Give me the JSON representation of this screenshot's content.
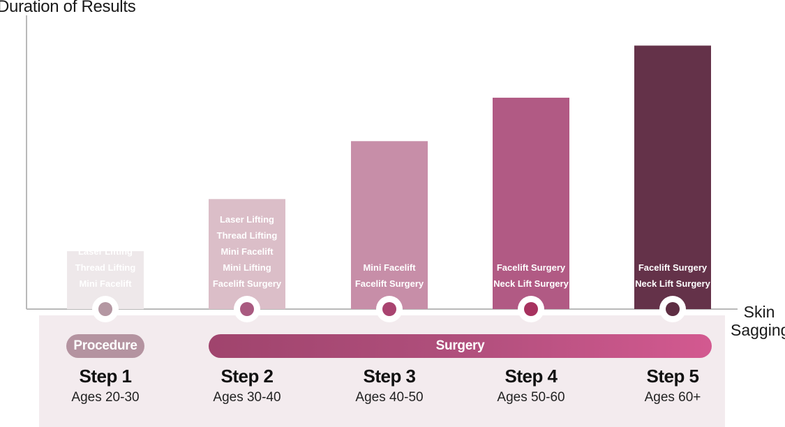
{
  "chart_data": {
    "type": "bar",
    "ylabel": "Duration of Results",
    "xlabel": "Skin Sagging",
    "categories": [
      "Step 1",
      "Step 2",
      "Step 3",
      "Step 4",
      "Step 5"
    ],
    "values": [
      20,
      38,
      58,
      73,
      91
    ],
    "ylim": [
      0,
      100
    ],
    "bar_colors": [
      "#eee8ea",
      "#dbbec8",
      "#c78ea8",
      "#b15a84",
      "#643249"
    ],
    "marker_colors": [
      "#b497a2",
      "#a95a80",
      "#a94470",
      "#a7325f",
      "#5e2e43"
    ],
    "bar_labels": [
      [
        "Laser Lifting",
        "Thread Lifting",
        "Mini Facelift"
      ],
      [
        "Laser Lifting",
        "Thread Lifting",
        "Mini Facelift",
        "Mini Lifting",
        "Facelift Surgery"
      ],
      [
        "Mini Facelift",
        "Facelift Surgery"
      ],
      [
        "Facelift Surgery",
        "Neck Lift Surgery"
      ],
      [
        "Facelift Surgery",
        "Neck Lift Surgery"
      ]
    ],
    "steps": [
      {
        "title": "Step 1",
        "ages": "Ages 20-30"
      },
      {
        "title": "Step 2",
        "ages": "Ages 30-40"
      },
      {
        "title": "Step 3",
        "ages": "Ages 40-50"
      },
      {
        "title": "Step 4",
        "ages": "Ages 50-60"
      },
      {
        "title": "Step 5",
        "ages": "Ages 60+"
      }
    ],
    "phases": {
      "procedure": "Procedure",
      "surgery": "Surgery"
    },
    "grid": false
  }
}
